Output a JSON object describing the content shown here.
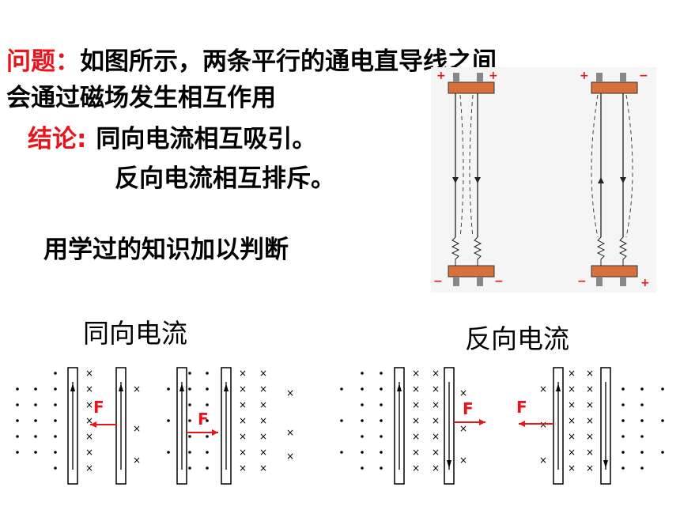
{
  "question": {
    "label": "问题：",
    "line1": "如图所示，两条平行的通电直导线之间",
    "line2": "会通过磁场发生相互作用"
  },
  "conclusion": {
    "label": "结论:",
    "same": "同向电流相互吸引。",
    "opposite": "反向电流相互排斥。"
  },
  "prompt": "用学过的知识加以判断",
  "photo": {
    "left_top": [
      "+",
      "+"
    ],
    "left_bottom": [
      "−",
      "−"
    ],
    "right_top": [
      "+",
      "−"
    ],
    "right_bottom": [
      "−",
      "+"
    ]
  },
  "sections": {
    "same_label": "同向电流",
    "opposite_label": "反向电流"
  },
  "force_label": "F",
  "colors": {
    "accent": "#e8141b",
    "wood": "#d9703c"
  }
}
